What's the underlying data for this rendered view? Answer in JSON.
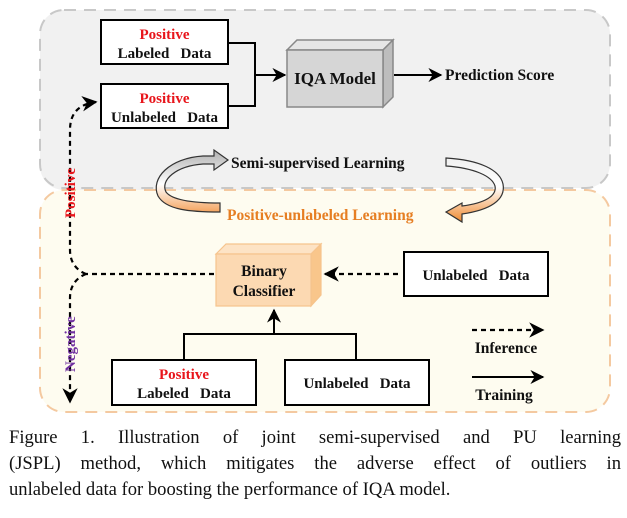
{
  "colors": {
    "top_region_fill": "#f1f1f1",
    "top_region_border": "#c8c8c8",
    "bottom_region_fill": "#fefcf0",
    "bottom_region_border": "#f4c9a0",
    "positive_red": "#e8151b",
    "negative_purple": "#7030a0",
    "pu_orange": "#e67e22",
    "iqa_box": "#d6d6d6",
    "classifier_box": "#fcd9b2"
  },
  "top": {
    "positive_labeled": {
      "top": "Positive",
      "bottom": "Labeled   Data"
    },
    "positive_unlabeled": {
      "top": "Positive",
      "bottom": "Unlabeled   Data"
    },
    "iqa_model": "IQA Model",
    "prediction_score": "Prediction Score",
    "semi_supervised": "Semi-supervised Learning"
  },
  "bottom": {
    "pu_learning": "Positive-unlabeled Learning",
    "binary_classifier": [
      "Binary",
      "Classifier"
    ],
    "unlabeled_input": "Unlabeled   Data",
    "positive_labeled": {
      "top": "Positive",
      "bottom": "Labeled   Data"
    },
    "unlabeled_train": "Unlabeled   Data",
    "positive_branch": "Positive",
    "negative_branch": "Negative"
  },
  "legend": {
    "inference": "Inference",
    "training": "Training"
  },
  "caption": [
    "Figure 1.  Illustration of joint semi-supervised and PU learning",
    "(JSPL) method, which mitigates the adverse effect of outliers in",
    "unlabeled data for boosting the performance of IQA model."
  ]
}
